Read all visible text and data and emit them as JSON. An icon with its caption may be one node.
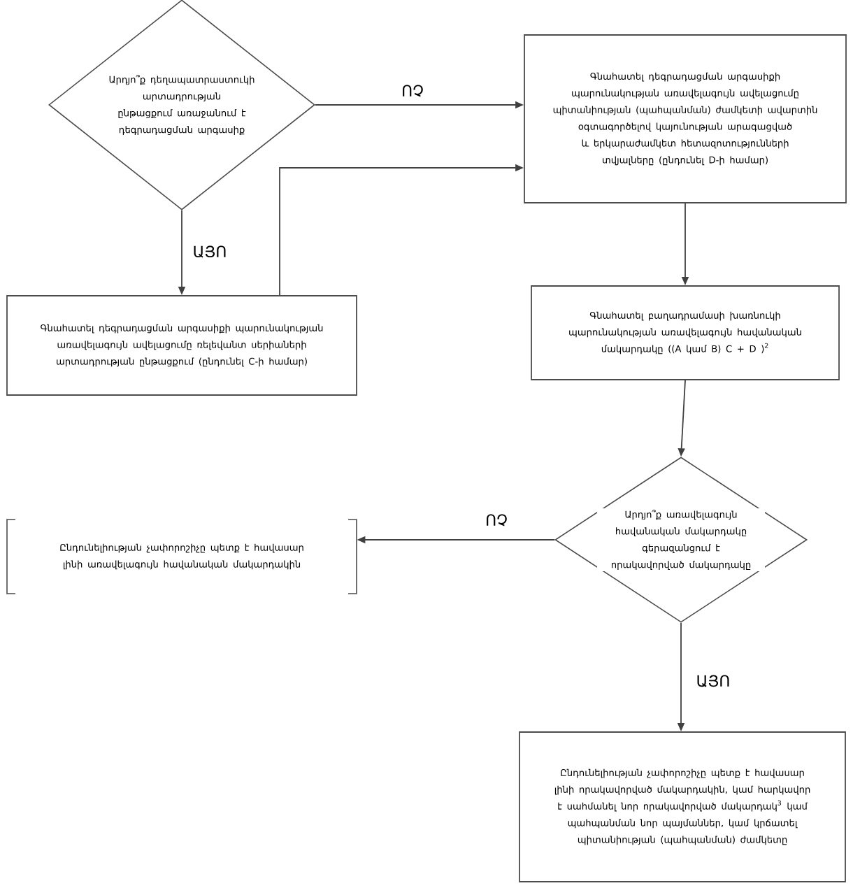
{
  "diagram": {
    "nodes": [
      {
        "text": [
          "Արդյո՞ք դեղապատրաստուկի արտադրության ընթացքում առաջանում է դեգրադացման արգասիք"
        ]
      },
      {
        "text": [
          "Գնահատել դեգրադացման արգասիքի պարունակության առավելագույն ավելացումը պիտանիության (պահպանման) ժամկետի ավարտին օգտագործելով կայունության արագացված և երկարաժամկետ հետազոտությունների տվյալները (ընդունել D-ի համար)"
        ]
      },
      {
        "text": [
          "Գնահատել դեգրադացման արգասիքի պարունակության առավելագույն ավելացումը ռելեվանտ սերիաների արտադրության ընթացքում (ընդունել C-ի համար)"
        ]
      },
      {
        "text": [
          "Գնահատել բաղադրամասի խառնուկի պարունակության առավելագույն հավանական մակարդակը ((A կամ B) C + D )$^{2}$"
        ]
      },
      {
        "text": [
          "Արդյո՞ք առավելագույն հավանական մակարդակը գերազանցում է որակավորված մակարդակը"
        ]
      },
      {
        "text": [
          "Ընդունելիության չափորոշիչը պետք է հավասար լինի առավելագույն հավանական մակարդակին"
        ]
      },
      {
        "text": [
          "Ընդունելիության չափորոշիչը պետք է հավասար լինի որակավորված մակարդակին, կամ հարկավոր է սահմանել նոր որակավորված մակարդակ$^{3}$ կամ պահպանման նոր պայմաններ, կամ կրճատել պիտանիության (պահպանման) ժամկետը"
        ]
      }
    ],
    "edges": [
      {
        "from": 0,
        "to": 1,
        "arrow": "to",
        "label": "ՈՉ"
      },
      {
        "from": 0,
        "to": 2,
        "arrow": "to",
        "label": "ԱՅՈ"
      },
      {
        "from": 2,
        "to": 1,
        "arrow": "to"
      },
      {
        "from": 1,
        "to": 3,
        "arrow": "to"
      },
      {
        "from": 3,
        "to": 4,
        "arrow": "to"
      },
      {
        "from": 4,
        "to": 5,
        "arrow": "to",
        "label": "ՈՉ"
      },
      {
        "from": 4,
        "to": 6,
        "arrow": "to",
        "label": "ԱՅՈ"
      }
    ]
  }
}
